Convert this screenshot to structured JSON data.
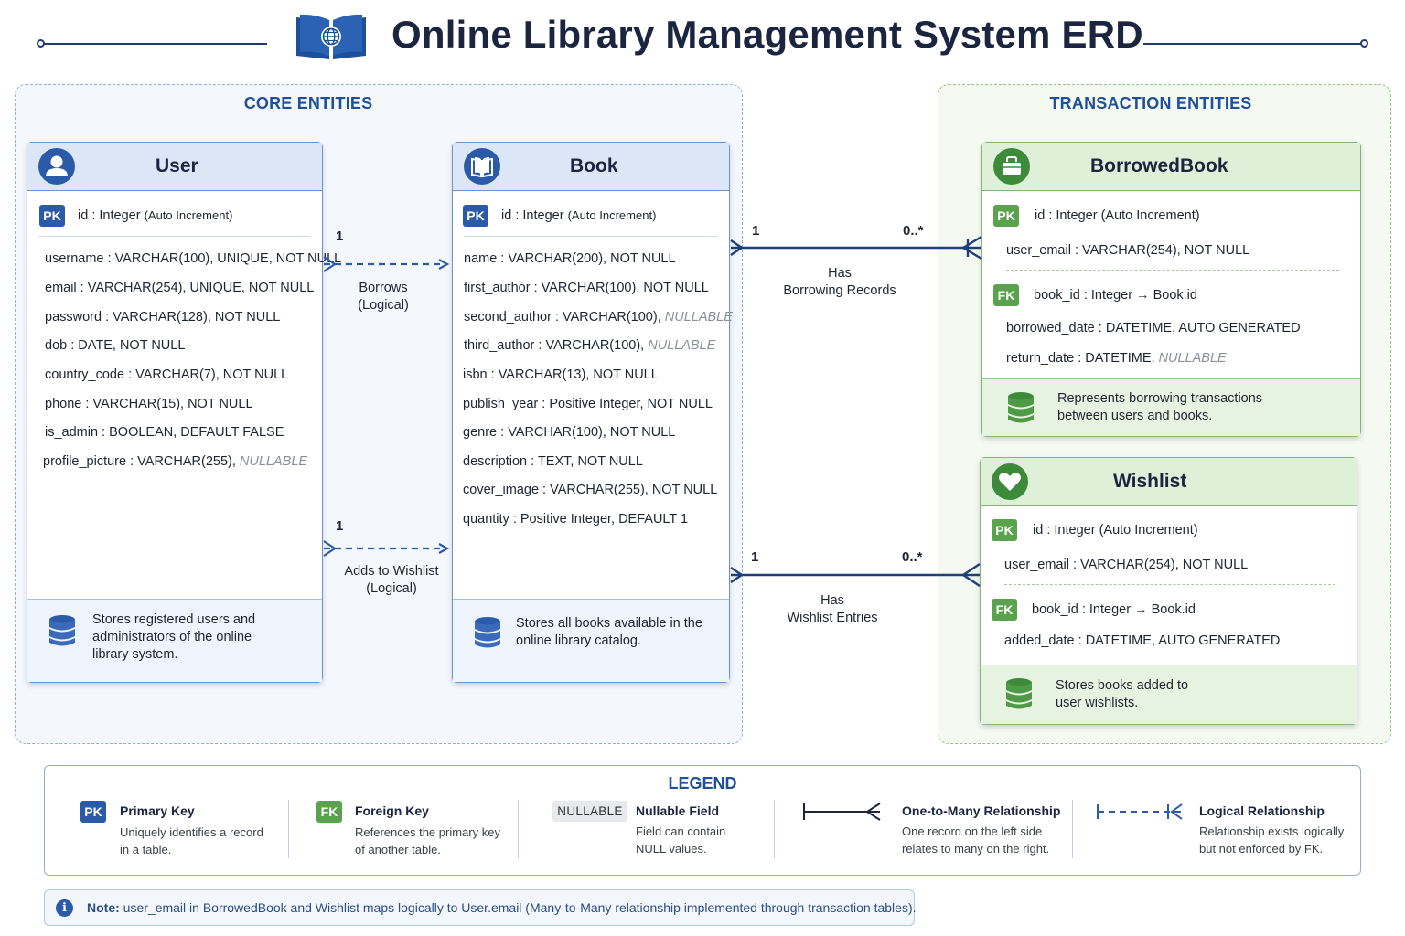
{
  "title": "Online Library Management System ERD",
  "groups": {
    "core": "CORE ENTITIES",
    "transaction": "TRANSACTION ENTITIES"
  },
  "entities": {
    "user": {
      "name": "User",
      "pk": "PK",
      "pk_field": "id",
      "pk_type": "Integer",
      "pk_note": "(Auto Increment)",
      "attrs": [
        {
          "name": "username",
          "type": "VARCHAR(100), UNIQUE, NOT NULL"
        },
        {
          "name": "email",
          "type": "VARCHAR(254), UNIQUE, NOT NULL"
        },
        {
          "name": "password",
          "type": "VARCHAR(128), NOT NULL"
        },
        {
          "name": "dob",
          "type": "DATE, NOT NULL"
        },
        {
          "name": "country_code",
          "type": "VARCHAR(7), NOT NULL"
        },
        {
          "name": "phone",
          "type": "VARCHAR(15), NOT NULL"
        },
        {
          "name": "is_admin",
          "type": "BOOLEAN, DEFAULT FALSE"
        },
        {
          "name": "profile_picture",
          "type": "VARCHAR(255),",
          "nullable": "NULLABLE"
        }
      ],
      "footer": [
        "Stores registered users and",
        "administrators of the online",
        "library system."
      ]
    },
    "book": {
      "name": "Book",
      "pk": "PK",
      "pk_field": "id",
      "pk_type": "Integer",
      "pk_note": "(Auto Increment)",
      "attrs": [
        {
          "name": "name",
          "type": "VARCHAR(200), NOT NULL"
        },
        {
          "name": "first_author",
          "type": "VARCHAR(100), NOT NULL"
        },
        {
          "name": "second_author",
          "type": "VARCHAR(100),",
          "nullable": "NULLABLE"
        },
        {
          "name": "third_author",
          "type": "VARCHAR(100),",
          "nullable": "NULLABLE"
        },
        {
          "name": "isbn",
          "type": "VARCHAR(13), NOT NULL"
        },
        {
          "name": "publish_year",
          "type": "Positive Integer, NOT NULL"
        },
        {
          "name": "genre",
          "type": "VARCHAR(100), NOT NULL"
        },
        {
          "name": "description",
          "type": "TEXT, NOT NULL"
        },
        {
          "name": "cover_image",
          "type": "VARCHAR(255), NOT NULL"
        },
        {
          "name": "quantity",
          "type": "Positive Integer, DEFAULT 1"
        }
      ],
      "footer": [
        "Stores all books available in the",
        "online library catalog."
      ]
    },
    "borrowed": {
      "name": "BorrowedBook",
      "pk": "PK",
      "pk_field": "id",
      "pk_type": "Integer",
      "pk_note": "(Auto Increment)",
      "user_email": {
        "name": "user_email",
        "type": "VARCHAR(254), NOT NULL"
      },
      "fk": "FK",
      "fk_field": "book_id",
      "fk_type": "Integer → Book.id",
      "attrs": [
        {
          "name": "borrowed_date",
          "type": "DATETIME, AUTO GENERATED"
        },
        {
          "name": "return_date",
          "type": "DATETIME,",
          "nullable": "NULLABLE"
        }
      ],
      "footer": [
        "Represents borrowing transactions",
        "between users and books."
      ]
    },
    "wishlist": {
      "name": "Wishlist",
      "pk": "PK",
      "pk_field": "id",
      "pk_type": "Integer",
      "pk_note": "(Auto Increment)",
      "user_email": {
        "name": "user_email",
        "type": "VARCHAR(254), NOT NULL"
      },
      "fk": "FK",
      "fk_field": "book_id",
      "fk_type": "Integer → Book.id",
      "attrs": [
        {
          "name": "added_date",
          "type": "DATETIME, AUTO GENERATED"
        }
      ],
      "footer": [
        "Stores books added to",
        "user wishlists."
      ]
    }
  },
  "relationships": {
    "borrows": {
      "label": [
        "Borrows",
        "(Logical)"
      ],
      "cardinality": "1"
    },
    "wishlist_logical": {
      "label": [
        "Adds to Wishlist",
        "(Logical)"
      ],
      "cardinality": "1"
    },
    "has_borrowing": {
      "label": [
        "Has",
        "Borrowing Records"
      ],
      "left": "1",
      "right": "0..*"
    },
    "has_wishlist": {
      "label": [
        "Has",
        "Wishlist Entries"
      ],
      "left": "1",
      "right": "0..*"
    }
  },
  "legend": {
    "title": "LEGEND",
    "items": [
      {
        "badge": "PK",
        "name": "Primary Key",
        "desc": [
          "Uniquely identifies a record",
          "in a table."
        ]
      },
      {
        "badge": "FK",
        "name": "Foreign Key",
        "desc": [
          "References the primary key",
          "of another table."
        ]
      },
      {
        "badge": "NULLABLE",
        "name": "Nullable Field",
        "desc": [
          "Field can contain",
          "NULL values."
        ]
      },
      {
        "name": "One-to-Many Relationship",
        "desc": [
          "One record on the left side",
          "relates to many on the right."
        ]
      },
      {
        "name": "Logical Relationship",
        "desc": [
          "Relationship exists logically",
          "but not enforced by FK."
        ]
      }
    ]
  },
  "note": {
    "label": "Note:",
    "text": "user_email in BorrowedBook and Wishlist maps logically to User.email (Many-to-Many relationship implemented through transaction tables)."
  },
  "colors": {
    "primary_blue": "#2a5aa8",
    "primary_green": "#3c8a3a",
    "header_dark": "#1b2540"
  }
}
